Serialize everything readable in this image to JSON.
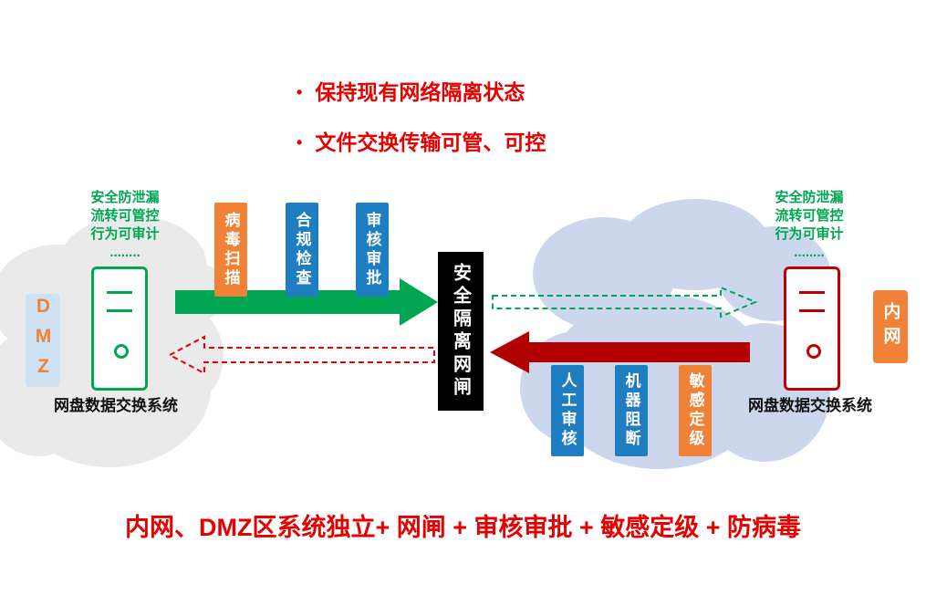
{
  "colors": {
    "red-text": "#e60000",
    "green": "#00a651",
    "dark-red": "#b20000",
    "orange": "#f08238",
    "blue": "#1f7ec2",
    "gateway-bg": "#000000",
    "cloud-left": "#eaeaea",
    "cloud-right": "#ccd7ee",
    "dmz-bg": "#cfe2f3",
    "dmz-text": "#f08238",
    "intranet-bg": "#f08238",
    "intranet-text": "#ffffff"
  },
  "header": {
    "bullet1": "保持现有网络隔离状态",
    "bullet2": "文件交换传输可管、可控"
  },
  "dmz": {
    "zone_label": "DMZ",
    "features": [
      "安全防泄漏",
      "流转可管控",
      "行为可审计",
      "........"
    ],
    "system_label": "网盘数据交换系统"
  },
  "intranet": {
    "zone_label": "内网",
    "features": [
      "安全防泄漏",
      "流转可管控",
      "行为可审计",
      "........"
    ],
    "system_label": "网盘数据交换系统"
  },
  "gateway": {
    "label": "安全隔离网闸"
  },
  "outbound_checks": [
    {
      "label": "病毒扫描",
      "color": "orange"
    },
    {
      "label": "合规检查",
      "color": "blue"
    },
    {
      "label": "审核审批",
      "color": "blue"
    }
  ],
  "inbound_checks": [
    {
      "label": "人工审核",
      "color": "blue"
    },
    {
      "label": "机器阻断",
      "color": "blue"
    },
    {
      "label": "敏感定级",
      "color": "orange"
    }
  ],
  "footer": {
    "summary": "内网、DMZ区系统独立+ 网闸 + 审核审批 + 敏感定级 + 防病毒"
  }
}
